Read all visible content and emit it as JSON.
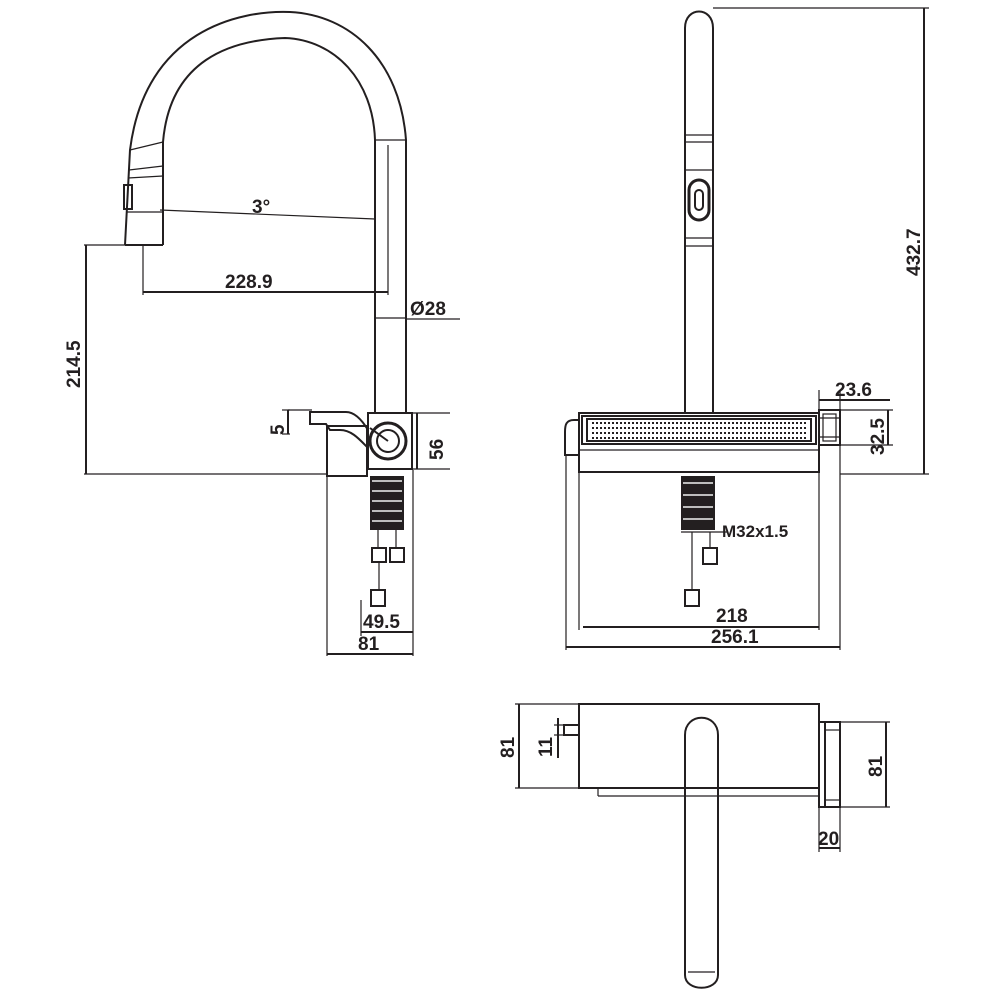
{
  "side_view": {
    "angle": "3°",
    "spout_reach": "228.9",
    "spout_height": "214.5",
    "pipe_diameter": "Ø28",
    "handle_offset": "5",
    "body_height": "56",
    "inner_width": "49.5",
    "base_width": "81"
  },
  "front_view": {
    "total_height": "432.7",
    "bracket_width": "23.6",
    "bracket_height": "32.5",
    "thread": "M32x1.5",
    "inner_length": "218",
    "overall_length": "256.1"
  },
  "top_view": {
    "left_depth": "81",
    "tab_depth": "11",
    "right_depth": "81",
    "bracket_offset": "20"
  }
}
